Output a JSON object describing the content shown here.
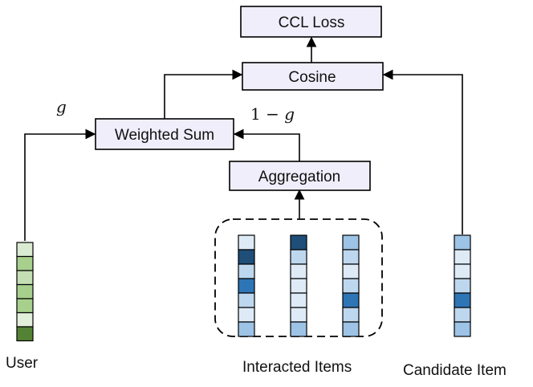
{
  "boxes": {
    "ccl_loss": "CCL Loss",
    "cosine": "Cosine",
    "weighted_sum": "Weighted Sum",
    "aggregation": "Aggregation"
  },
  "weights": {
    "user_weight": "g",
    "items_weight_prefix": "1 − ",
    "items_weight_var": "g"
  },
  "captions": {
    "user": "User",
    "interacted_items": "Interacted Items",
    "candidate_item": "Candidate Item"
  },
  "colors": {
    "user_vector": [
      "#d9ebd0",
      "#a8d08d",
      "#c4dfb3",
      "#a8d08d",
      "#a8d08d",
      "#e2efda",
      "#548235"
    ],
    "interacted_item_1": [
      "#deebf7",
      "#1f4e79",
      "#bdd7ee",
      "#2e75b6",
      "#bdd7ee",
      "#deebf7",
      "#9dc3e6"
    ],
    "interacted_item_2": [
      "#1f4e79",
      "#bdd7ee",
      "#deebf7",
      "#deebf7",
      "#deebf7",
      "#deebf7",
      "#9dc3e6"
    ],
    "interacted_item_3": [
      "#9dc3e6",
      "#bdd7ee",
      "#deebf7",
      "#bdd7ee",
      "#2e75b6",
      "#bdd7ee",
      "#9dc3e6"
    ],
    "candidate_item": [
      "#9dc3e6",
      "#deebf7",
      "#deebf7",
      "#bdd7ee",
      "#2e75b6",
      "#bdd7ee",
      "#9dc3e6"
    ]
  }
}
